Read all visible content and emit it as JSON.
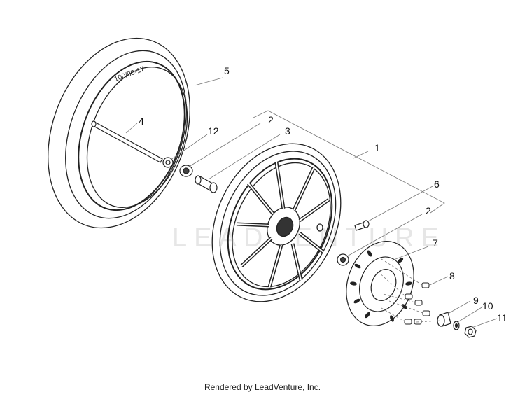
{
  "diagram": {
    "callouts": {
      "c1": "1",
      "c2a": "2",
      "c2b": "2",
      "c3": "3",
      "c4": "4",
      "c5": "5",
      "c6": "6",
      "c7": "7",
      "c8": "8",
      "c9": "9",
      "c10": "10",
      "c11": "11",
      "c12": "12"
    },
    "tire_sidewall_text": "100/80-17",
    "watermark": "LEADVENTURE"
  },
  "footer": {
    "text": "Rendered by LeadVenture, Inc."
  }
}
